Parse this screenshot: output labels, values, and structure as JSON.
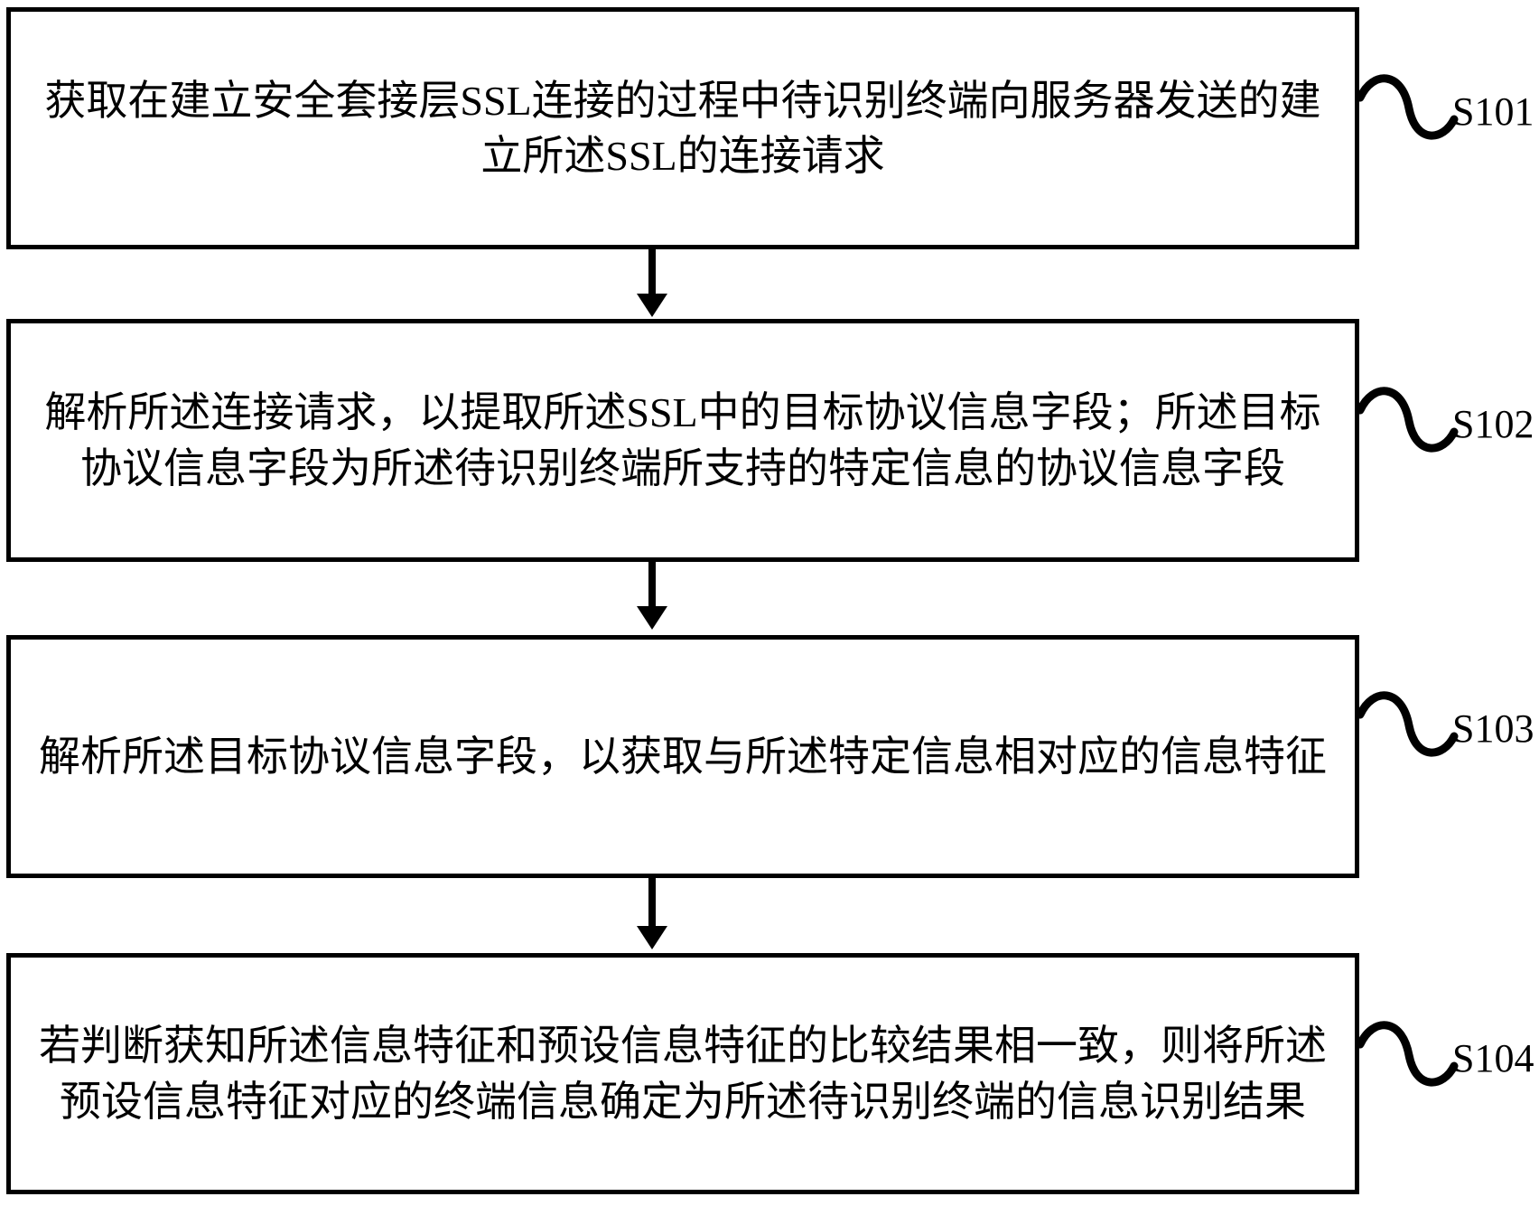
{
  "diagram": {
    "type": "flowchart",
    "orientation": "vertical",
    "language": "zh-CN",
    "steps": [
      {
        "id": "S101",
        "label": "S101",
        "text": "获取在建立安全套接层SSL连接的过程中待识别终端向服务器发送的建立所述SSL的连接请求"
      },
      {
        "id": "S102",
        "label": "S102",
        "text": "解析所述连接请求，以提取所述SSL中的目标协议信息字段；所述目标协议信息字段为所述待识别终端所支持的特定信息的协议信息字段"
      },
      {
        "id": "S103",
        "label": "S103",
        "text": "解析所述目标协议信息字段，以获取与所述特定信息相对应的信息特征"
      },
      {
        "id": "S104",
        "label": "S104",
        "text": "若判断获知所述信息特征和预设信息特征的比较结果相一致，则将所述预设信息特征对应的终端信息确定为所述待识别终端的信息识别结果"
      }
    ],
    "connectors": [
      {
        "from": "S101",
        "to": "S102",
        "kind": "arrow-down"
      },
      {
        "from": "S102",
        "to": "S103",
        "kind": "arrow-down"
      },
      {
        "from": "S103",
        "to": "S104",
        "kind": "arrow-down"
      }
    ],
    "colors": {
      "stroke": "#000000",
      "fill": "#ffffff",
      "text": "#000000"
    }
  }
}
